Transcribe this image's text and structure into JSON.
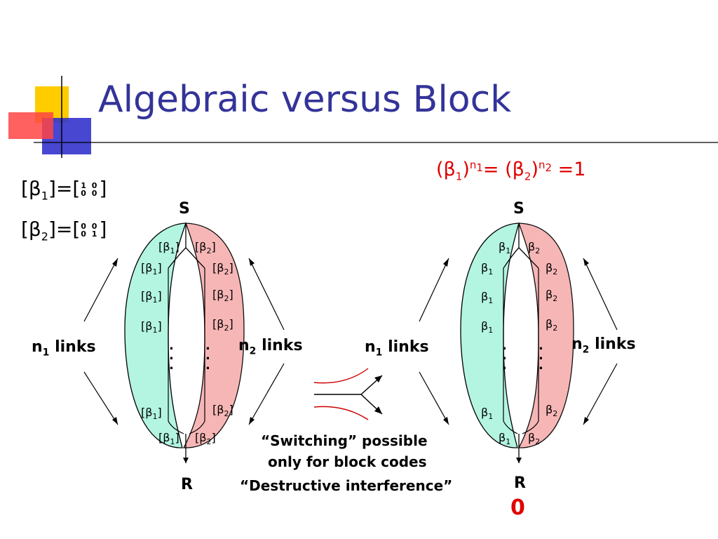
{
  "slide": {
    "title": "Algebraic versus Block",
    "equation": {
      "open1": "(β",
      "sub1": "1",
      "close1": ")",
      "sup1": "n",
      "supsub1": "1",
      "eq1": "= (β",
      "sub2": "2",
      "close2": ")",
      "sup2": "n",
      "supsub2": "2",
      "tail": " =1"
    },
    "matrix1": {
      "lhs": "[β",
      "sub": "1",
      "mid": "]=[",
      "row1": "1 0",
      "row2": "0 0",
      "rhs": "]"
    },
    "matrix2": {
      "lhs": "[β",
      "sub": "2",
      "mid": "]=[",
      "row1": "0 0",
      "row2": "0 1",
      "rhs": "]"
    },
    "left_diagram": {
      "source": "S",
      "sink": "R",
      "n1": {
        "n": "n",
        "sub": "1",
        "text": " links"
      },
      "n2": {
        "n": "n",
        "sub": "2",
        "text": " links"
      },
      "left_label": {
        "open": "[β",
        "sub": "1",
        "close": "]"
      },
      "right_label": {
        "open": "[β",
        "sub": "2",
        "close": "]"
      }
    },
    "right_diagram": {
      "source": "S",
      "sink": "R",
      "n1": {
        "n": "n",
        "sub": "1",
        "text": " links"
      },
      "n2": {
        "n": "n",
        "sub": "2",
        "text": " links"
      },
      "left_label": {
        "open": "β",
        "sub": "1"
      },
      "right_label": {
        "open": "β",
        "sub": "2"
      },
      "result": "0"
    },
    "captions": {
      "switching": "“Switching” possible",
      "only": "only for block codes",
      "destructive": "“Destructive interference”"
    },
    "colors": {
      "title": "#333399",
      "red": "#e00000",
      "green_lobe": "#b3f5e1",
      "pink_lobe": "#f7b3b3"
    }
  }
}
